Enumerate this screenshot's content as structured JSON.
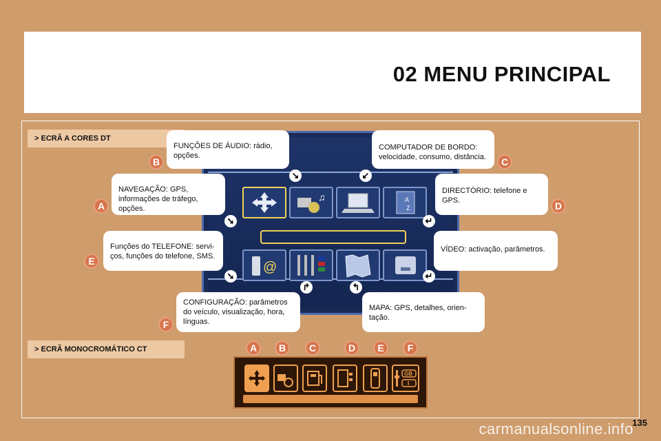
{
  "title": "02 MENU PRINCIPAL",
  "sections": {
    "color": "> ECRÃ A CORES DT",
    "mono": "> ECRÃ MONOCROMÁTICO CT"
  },
  "callouts": {
    "B": "FUNÇÕES DE ÁUDIO: rádio, opções.",
    "C": "COMPUTADOR DE BORDO: velocidade, consumo, distância.",
    "A": "NAVEGAÇÃO: GPS, informações de tráfego, opções.",
    "D": "DIRECTÓRIO: telefone e GPS.",
    "E": "Funções do TELEFONE: servi-ços, funções do telefone, SMS.",
    "E_line1": "Funções do TELEFONE: servi-",
    "E_line2": "ços, funções do telefone, SMS.",
    "Vid": "VÍDEO: activação, parâmetros.",
    "F_line1": "CONFIGURAÇÃO: parâmetros",
    "F_line2": "do veículo, visualização, hora,",
    "F_line3": "línguas.",
    "Map_line1": "MAPA: GPS, detalhes, orien-",
    "Map_line2": "tação."
  },
  "letters": {
    "a": "A",
    "b": "B",
    "c": "C",
    "d": "D",
    "e": "E",
    "f": "F"
  },
  "mono_letters": [
    "A",
    "B",
    "C",
    "D",
    "E",
    "F"
  ],
  "mono_gb": "GB",
  "mono_i": "I",
  "page_number": "135",
  "watermark": "carmanualsonline.info",
  "icons": [
    "navigation-icon",
    "audio-icon",
    "computer-icon",
    "directory-icon",
    "telephone-icon",
    "configuration-icon",
    "map-icon",
    "video-icon"
  ],
  "colors": {
    "background": "#cf9c6c",
    "letter": "#d7754c",
    "screen": "#1a2a56",
    "highlight": "#f2d35a"
  }
}
